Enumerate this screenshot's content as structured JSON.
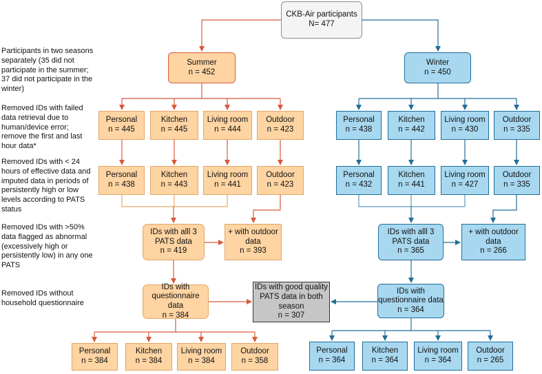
{
  "root": {
    "title": "CKB-Air participants",
    "count": "N= 477"
  },
  "notes": [
    "Participants in two seasons separately (35 did not participate in the summer; 37 did not participate in the winter)",
    "Removed IDs with failed data retrieval due to human/device error; remove the first and last hour data*",
    "Removed IDs with < 24 hours of effective data and imputed data in periods of persistently high or low levels according to PATS status",
    "Removed IDs with >50% data flagged as abnormal (excessively high or persistently low) in any one PATS",
    "Removed IDs without household questionnaire"
  ],
  "summer": {
    "title": "Summer",
    "count": "n = 452",
    "step1": [
      {
        "label": "Personal",
        "count": "n = 445"
      },
      {
        "label": "Kitchen",
        "count": "n = 445"
      },
      {
        "label": "Living room",
        "count": "n = 444"
      },
      {
        "label": "Outdoor",
        "count": "n = 423"
      }
    ],
    "step2": [
      {
        "label": "Personal",
        "count": "n = 438"
      },
      {
        "label": "Kitchen",
        "count": "n = 443"
      },
      {
        "label": "Living room",
        "count": "n = 441"
      },
      {
        "label": "Outdoor",
        "count": "n = 423"
      }
    ],
    "all3": {
      "line1": "IDs with alll 3",
      "line2": "PATS data",
      "count": "n = 419"
    },
    "outdoor": {
      "line1": "+ with outdoor",
      "line2": "data",
      "count": "n = 393"
    },
    "questionnaire": {
      "line1": "IDs with",
      "line2": "questionnaire data",
      "count": "n = 384"
    },
    "final": [
      {
        "label": "Personal",
        "count": "n = 384"
      },
      {
        "label": "Kitchen",
        "count": "n = 384"
      },
      {
        "label": "Living room",
        "count": "n = 384"
      },
      {
        "label": "Outdoor",
        "count": "n = 358"
      }
    ]
  },
  "winter": {
    "title": "Winter",
    "count": "n = 450",
    "step1": [
      {
        "label": "Personal",
        "count": "n = 438"
      },
      {
        "label": "Kitchen",
        "count": "n = 442"
      },
      {
        "label": "Living room",
        "count": "n = 430"
      },
      {
        "label": "Outdoor",
        "count": "n = 335"
      }
    ],
    "step2": [
      {
        "label": "Personal",
        "count": "n = 432"
      },
      {
        "label": "Kitchen",
        "count": "n = 441"
      },
      {
        "label": "Living room",
        "count": "n = 427"
      },
      {
        "label": "Outdoor",
        "count": "n = 335"
      }
    ],
    "all3": {
      "line1": "IDs with alll 3",
      "line2": "PATS data",
      "count": "n = 365"
    },
    "outdoor": {
      "line1": "+ with outdoor",
      "line2": "data",
      "count": "n = 266"
    },
    "questionnaire": {
      "line1": "IDs with",
      "line2": "questionnaire data",
      "count": "n = 364"
    },
    "final": [
      {
        "label": "Personal",
        "count": "n = 364"
      },
      {
        "label": "Kitchen",
        "count": "n = 364"
      },
      {
        "label": "Living room",
        "count": "n = 364"
      },
      {
        "label": "Outdoor",
        "count": "n = 265"
      }
    ]
  },
  "both": {
    "line1": "IDs with good quality",
    "line2": "PATS data in both",
    "line3": "season",
    "count": "n = 307"
  },
  "colors": {
    "summer_line": "#d8593a",
    "winter_line": "#1f6e98",
    "connector": "#e3a566",
    "winter_connector": "#5d97bf"
  }
}
